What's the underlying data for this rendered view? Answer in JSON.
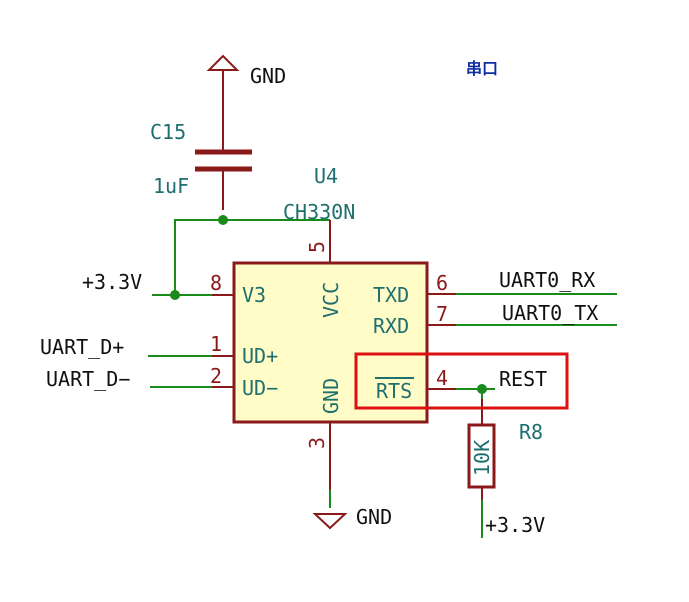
{
  "title": "串口",
  "capacitor": {
    "ref": "C15",
    "value": "1uF"
  },
  "ic": {
    "ref": "U4",
    "part": "CH330N",
    "pins": {
      "v3": {
        "num": "8",
        "name": "V3"
      },
      "udp": {
        "num": "1",
        "name": "UD+"
      },
      "udm": {
        "num": "2",
        "name": "UD−"
      },
      "vcc": {
        "num": "5",
        "name": "VCC"
      },
      "gnd": {
        "num": "3",
        "name": "GND"
      },
      "txd": {
        "num": "6",
        "name": "TXD"
      },
      "rxd": {
        "num": "7",
        "name": "RXD"
      },
      "rts": {
        "num": "4",
        "name": "RTS"
      }
    }
  },
  "resistor": {
    "ref": "R8",
    "value": "10K"
  },
  "nets": {
    "gnd_top": "GND",
    "gnd_bottom": "GND",
    "vcc_left": "+3.3V",
    "vcc_bottom": "+3.3V",
    "uart_dp": "UART_D+",
    "uart_dm": "UART_D−",
    "uart_rx": "UART0_RX",
    "uart_tx": "UART0_TX",
    "rest": "REST"
  },
  "colors": {
    "wire": "#1a8a1a",
    "symbol": "#8a1a1a",
    "chip_fill": "#fffcc8",
    "highlight": "#dd1111",
    "title": "#0f2fa0"
  }
}
